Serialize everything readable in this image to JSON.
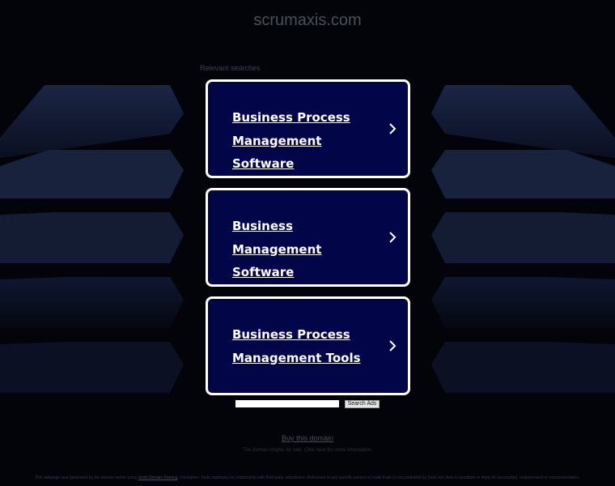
{
  "header": {
    "domain": "scrumaxis.com"
  },
  "section": {
    "relevant_label": "Relevant searches"
  },
  "results": [
    {
      "label": "Business Process Management Software"
    },
    {
      "label": "Business Management Software"
    },
    {
      "label": "Business Process Management Tools"
    }
  ],
  "search": {
    "value": "",
    "button_label": "Search Ads"
  },
  "footer": {
    "buy_domain": "Buy this domain",
    "sale_text": "The domain maybe for sale. Click here for more information.",
    "disclaimer_before": "This webpage was generated by the domain owner using ",
    "disclaimer_link": "Sedo Domain Parking",
    "disclaimer_after": ". Disclaimer: Sedo maintains no relationship with third party advertisers. Reference to any specific service or trade mark is not controlled by Sedo nor does it constitute or imply its association, endorsement or recommendation."
  },
  "colors": {
    "background": "#02040a",
    "card_background": "#020548",
    "card_border": "#ffffff",
    "deco_shape": "#1a2440"
  },
  "icons": {
    "result_arrow": "chevron-right-icon"
  }
}
